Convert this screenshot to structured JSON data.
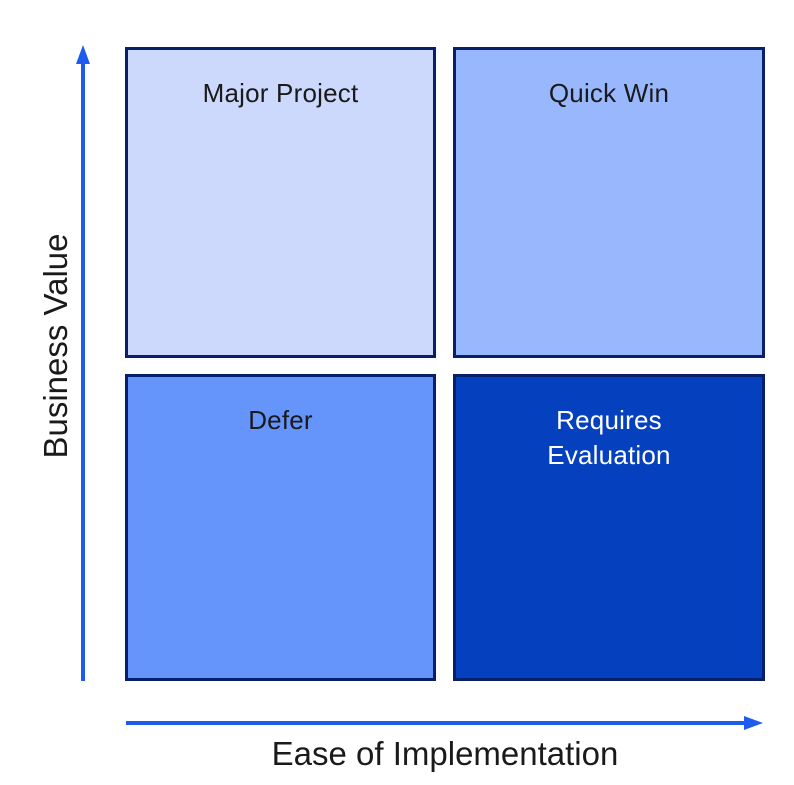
{
  "diagram": {
    "type": "priority-matrix",
    "rows": 2,
    "cols": 2
  },
  "axes": {
    "y": {
      "label": "Business Value",
      "direction": "up"
    },
    "x": {
      "label": "Ease of Implementation",
      "direction": "right"
    }
  },
  "quadrants": [
    {
      "id": "major-project",
      "label": "Major Project",
      "position": "top-left",
      "fill": "#ccd9fc",
      "text_color": "#1a1a1a"
    },
    {
      "id": "quick-win",
      "label": "Quick Win",
      "position": "top-right",
      "fill": "#98b7fc",
      "text_color": "#1a1a1a"
    },
    {
      "id": "defer",
      "label": "Defer",
      "position": "bottom-left",
      "fill": "#6594fa",
      "text_color": "#1a1a1a"
    },
    {
      "id": "requires-evaluation",
      "label": "Requires\nEvaluation",
      "position": "bottom-right",
      "fill": "#0540bf",
      "text_color": "#ffffff"
    }
  ],
  "colors": {
    "axis": "#1e5bef",
    "quadrant_border": "#081f6b",
    "text": "#1a1a1a",
    "background": "#ffffff"
  }
}
